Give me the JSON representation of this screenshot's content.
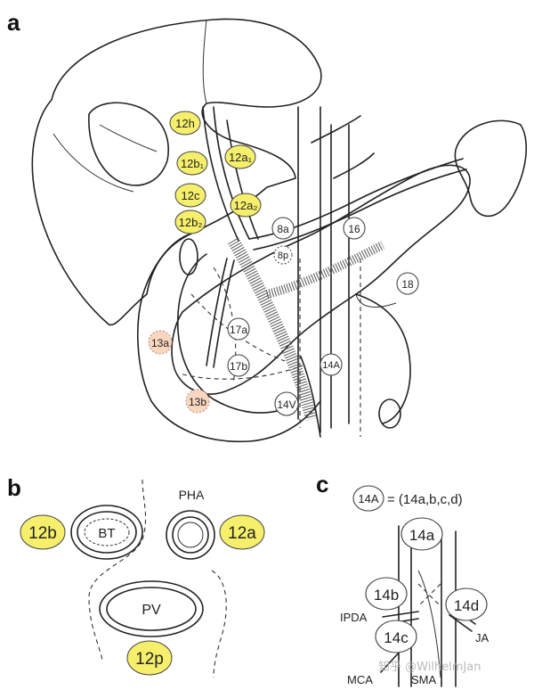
{
  "panels": {
    "a": "a",
    "b": "b",
    "c": "c"
  },
  "panel_a": {
    "nodes_yellow": [
      "12h",
      "12b₁",
      "12a₁",
      "12c",
      "12a₂",
      "12b₂"
    ],
    "nodes_white": [
      "8a",
      "8p",
      "16",
      "18",
      "17a",
      "17b",
      "14A",
      "14V"
    ],
    "nodes_pink": [
      "13a",
      "13b"
    ]
  },
  "panel_b": {
    "left_label": "12b",
    "right_label": "12a",
    "bottom_label": "12p",
    "duct_label": "BT",
    "artery_label": "PHA",
    "vein_label": "PV"
  },
  "panel_c": {
    "legend_node": "14A",
    "legend_text": "= (14a,b,c,d)",
    "nodes": [
      "14a",
      "14b",
      "14c",
      "14d"
    ],
    "vessels": [
      "IPDA",
      "JA",
      "MCA",
      "SMA"
    ]
  },
  "watermark": "知乎 @WilhelmJan"
}
